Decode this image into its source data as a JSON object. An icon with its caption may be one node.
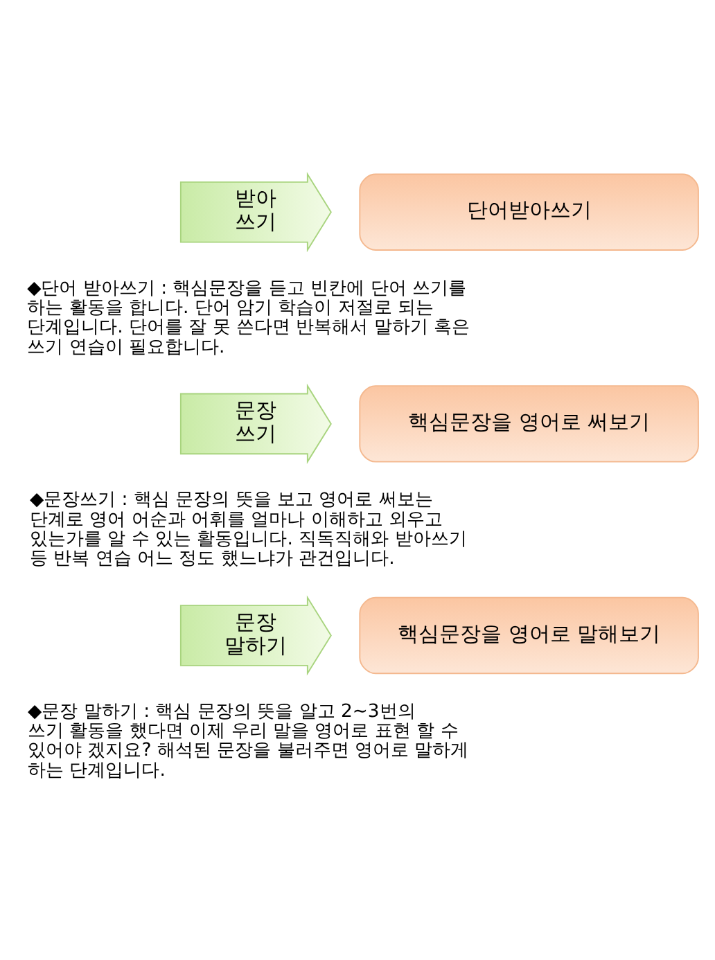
{
  "diagram": {
    "nodes": [
      {
        "text": [
          "받아 쓰기"
        ]
      },
      {
        "text": [
          "단어받아쓰기"
        ]
      },
      {
        "text": [
          "문장 쓰기"
        ]
      },
      {
        "text": [
          "핵심문장을 영어로 써보기"
        ]
      },
      {
        "text": [
          "문장 말하기"
        ]
      },
      {
        "text": [
          "핵심문장을 영어로 말해보기"
        ]
      }
    ],
    "labels": [
      "◆단어 받아쓰기 : 핵심문장을 듣고 빈칸에 단어 쓰기를 하는 활동을 합니다. 단어 암기 학습이 저절로 되는 단계입니다. 단어를 잘 못 쓴다면 반복해서 말하기 혹은 쓰기 연습이 필요합니다.",
      "◆문장쓰기 : 핵심 문장의 뜻을 보고 영어로 써보는 단계로 영어 어순과 어휘를 얼마나 이해하고 외우고 있는가를 알 수 있는 활동입니다. 직독직해와 받아쓰기 등 반복 연습 어느 정도 했느냐가 관건입니다.",
      "◆문장 말하기 : 핵심 문장의 뜻을 알고 2~3번의 쓰기 활동을 했다면 이제 우리 말을 영어로 표현 할 수 있어야 겠지요? 해석된 문장을 불러주면 영어로 말하게 하는 단계입니다."
    ]
  }
}
